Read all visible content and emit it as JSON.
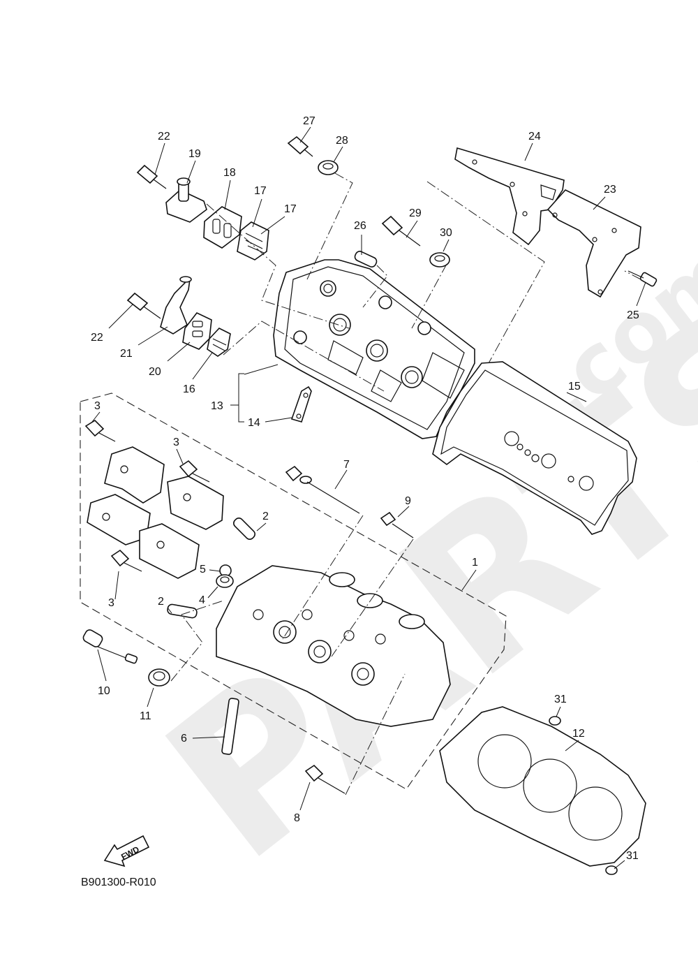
{
  "diagram": {
    "watermark": {
      "word": "PARTS",
      "domain": ".com"
    },
    "callouts": [
      {
        "id": "1",
        "label": "1"
      },
      {
        "id": "2a",
        "label": "2"
      },
      {
        "id": "2b",
        "label": "2"
      },
      {
        "id": "3a",
        "label": "3"
      },
      {
        "id": "3b",
        "label": "3"
      },
      {
        "id": "3c",
        "label": "3"
      },
      {
        "id": "4",
        "label": "4"
      },
      {
        "id": "5",
        "label": "5"
      },
      {
        "id": "6",
        "label": "6"
      },
      {
        "id": "7",
        "label": "7"
      },
      {
        "id": "8",
        "label": "8"
      },
      {
        "id": "9",
        "label": "9"
      },
      {
        "id": "10",
        "label": "10"
      },
      {
        "id": "11",
        "label": "11"
      },
      {
        "id": "12",
        "label": "12"
      },
      {
        "id": "13",
        "label": "13"
      },
      {
        "id": "14",
        "label": "14"
      },
      {
        "id": "15",
        "label": "15"
      },
      {
        "id": "16",
        "label": "16"
      },
      {
        "id": "17a",
        "label": "17"
      },
      {
        "id": "17b",
        "label": "17"
      },
      {
        "id": "18",
        "label": "18"
      },
      {
        "id": "19",
        "label": "19"
      },
      {
        "id": "20",
        "label": "20"
      },
      {
        "id": "21",
        "label": "21"
      },
      {
        "id": "22a",
        "label": "22"
      },
      {
        "id": "22b",
        "label": "22"
      },
      {
        "id": "23",
        "label": "23"
      },
      {
        "id": "24",
        "label": "24"
      },
      {
        "id": "25",
        "label": "25"
      },
      {
        "id": "26",
        "label": "26"
      },
      {
        "id": "27",
        "label": "27"
      },
      {
        "id": "28",
        "label": "28"
      },
      {
        "id": "29",
        "label": "29"
      },
      {
        "id": "30",
        "label": "30"
      },
      {
        "id": "31a",
        "label": "31"
      },
      {
        "id": "31b",
        "label": "31"
      }
    ],
    "fwd_label": "FWD",
    "diagram_code": "B901300-R010"
  }
}
